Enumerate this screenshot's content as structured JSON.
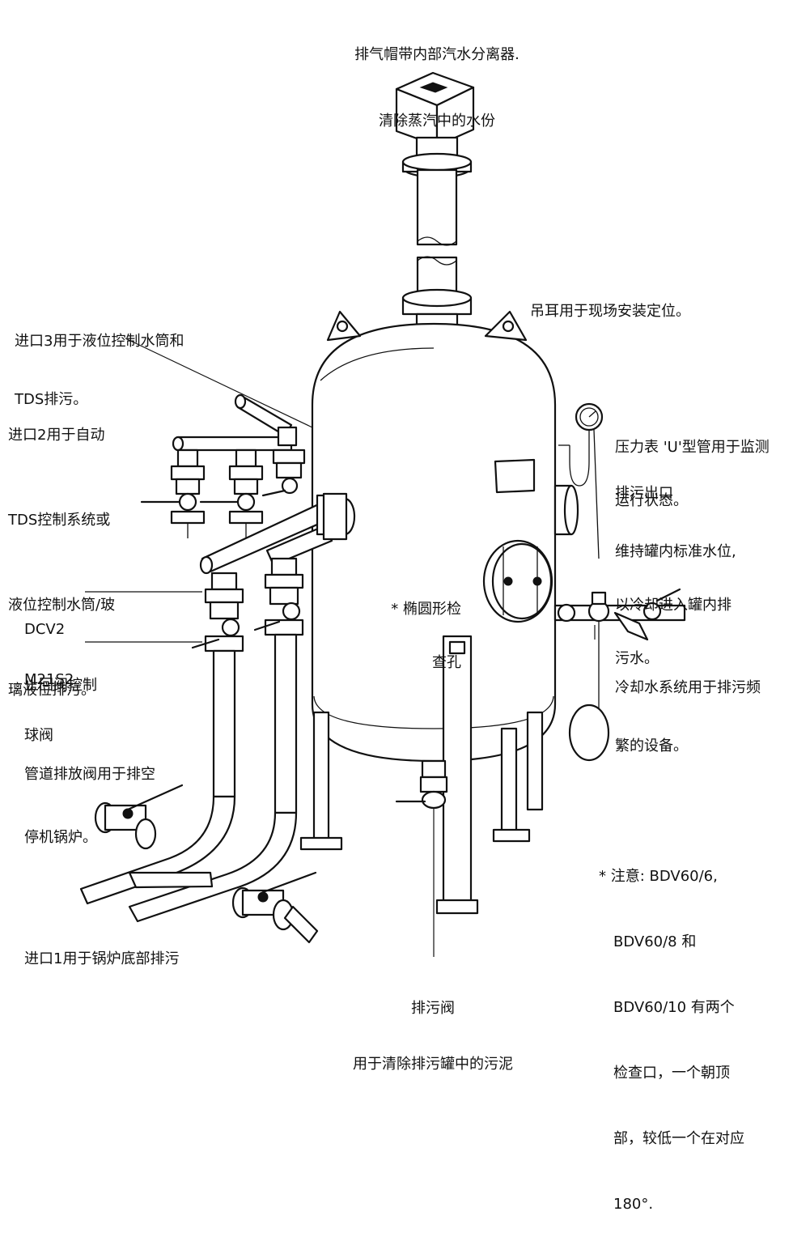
{
  "labels": {
    "top_vent_line1": "排气帽带内部汽水分离器.",
    "top_vent_line2": "清除蒸汽中的水份",
    "lifting_lugs": "吊耳用于现场安装定位。",
    "inlet3_line1": "进口3用于液位控制水筒和",
    "inlet3_line2": "TDS排污。",
    "inlet2_line1": "进口2用于自动",
    "inlet2_line2": "TDS控制系统或",
    "inlet2_line3": "液位控制水筒/玻",
    "inlet2_line4": "璃液位排污。",
    "pressure_gauge_line1": "压力表 'U'型管用于监测",
    "pressure_gauge_line2": "运行状态。",
    "blowdown_outlet_line1": "排污出口",
    "blowdown_outlet_line2": "维持罐内标准水位,",
    "blowdown_outlet_line3": "以冷却进入罐内排",
    "blowdown_outlet_line4": "污水。",
    "manhole_line1": "* 椭圆形检",
    "manhole_line2": "查孔",
    "dcv2_line1": "DCV2",
    "dcv2_line2": "止回阀控制",
    "m21s2_line1": "M21S2",
    "m21s2_line2": "球阀",
    "cooling_line1": "冷却水系统用于排污频",
    "cooling_line2": "繁的设备。",
    "drain_valve_line1": "管道排放阀用于排空",
    "drain_valve_line2": "停机锅炉。",
    "note_line1": "* 注意: BDV60/6,",
    "note_line2": "BDV60/8 和",
    "note_line3": "BDV60/10 有两个",
    "note_line4": "检查口，一个朝顶",
    "note_line5": "部，较低一个在对应",
    "note_line6": "180°.",
    "inlet1": "进口1用于锅炉底部排污",
    "bottom_valve_line1": "排污阀",
    "bottom_valve_line2": "用于清除排污罐中的污泥"
  }
}
